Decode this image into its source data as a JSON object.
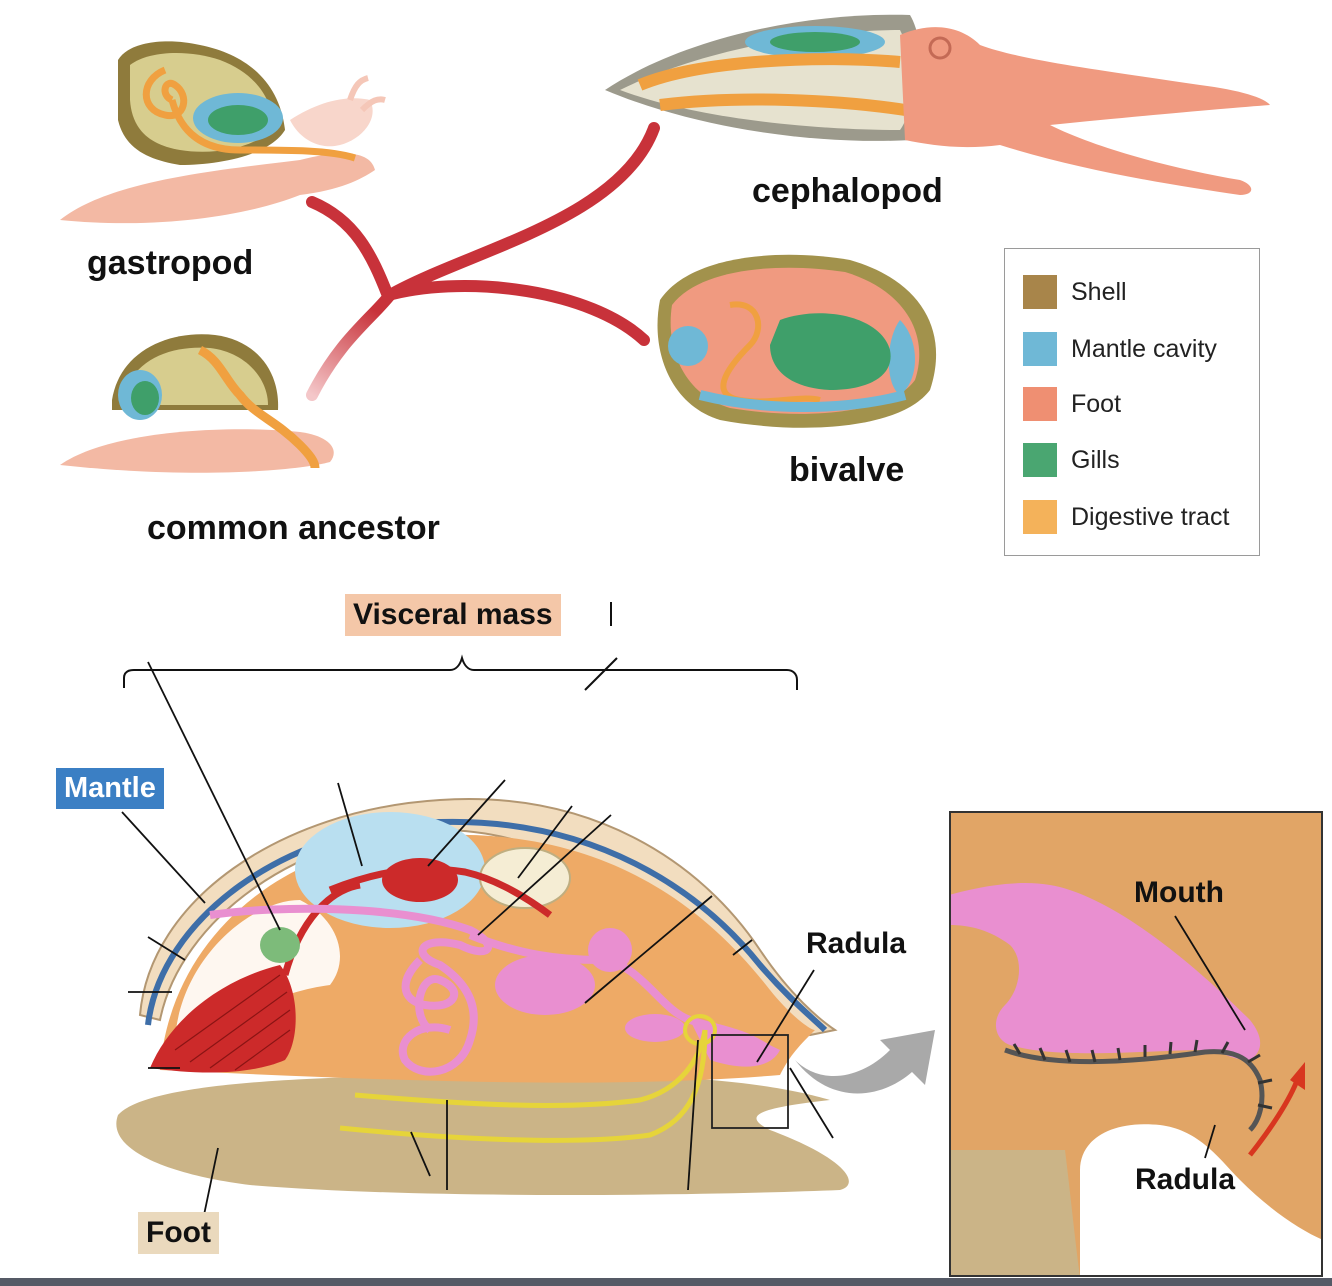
{
  "labels": {
    "gastropod": "gastropod",
    "common_ancestor": "common ancestor",
    "cephalopod": "cephalopod",
    "bivalve": "bivalve",
    "visceral_mass": "Visceral mass",
    "mantle": "Mantle",
    "foot": "Foot",
    "radula": "Radula",
    "inset_mouth": "Mouth",
    "inset_radula": "Radula"
  },
  "legend": [
    {
      "label": "Shell",
      "color": "#a8854a"
    },
    {
      "label": "Mantle cavity",
      "color": "#6fb8d6"
    },
    {
      "label": "Foot",
      "color": "#ef8f72"
    },
    {
      "label": "Gills",
      "color": "#4aa671"
    },
    {
      "label": "Digestive tract",
      "color": "#f4b25a"
    }
  ],
  "colors": {
    "branch": "#c8323a",
    "shell": "#a8854a",
    "mantle_cavity": "#8fcde6",
    "foot": "#f29a7e",
    "gills": "#4aa671",
    "digestive": "#f2a94a",
    "visceral": "#eeaa66",
    "mantle_line": "#3e6ea8",
    "heart": "#cc2a2a",
    "gut_pink": "#e98fd0",
    "nerve": "#e6d43a",
    "foot_body": "#cbb487"
  }
}
